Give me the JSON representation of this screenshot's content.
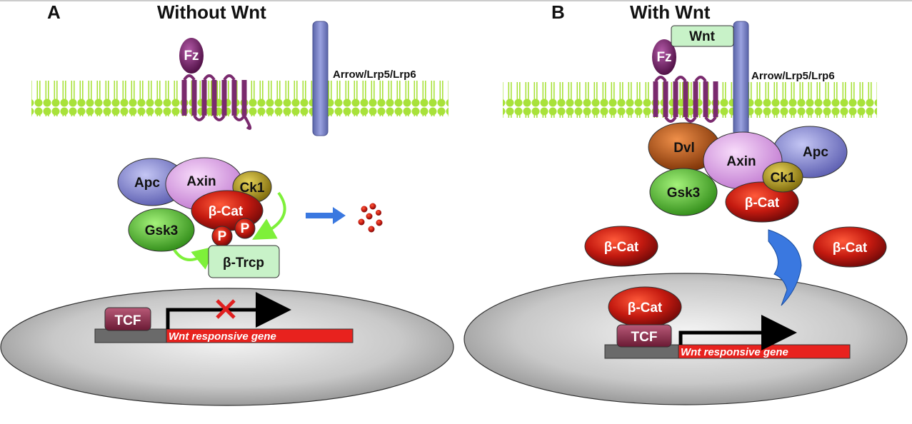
{
  "panel_a": {
    "letter": "A",
    "title": "Without Wnt",
    "receptor_label": "Arrow/Lrp5/Lrp6",
    "fz": "Fz",
    "apc": "Apc",
    "axin": "Axin",
    "ck1": "Ck1",
    "bcat": "β-Cat",
    "gsk3": "Gsk3",
    "p1": "P",
    "p2": "P",
    "btrcp": "β-Trcp",
    "tcf": "TCF",
    "gene": "Wnt responsive gene"
  },
  "panel_b": {
    "letter": "B",
    "title": "With Wnt",
    "wnt": "Wnt",
    "receptor_label": "Arrow/Lrp5/Lrp6",
    "fz": "Fz",
    "dvl": "Dvl",
    "axin": "Axin",
    "apc": "Apc",
    "gsk3": "Gsk3",
    "ck1": "Ck1",
    "bcat_complex": "β-Cat",
    "bcat_free_left": "β-Cat",
    "bcat_free_right": "β-Cat",
    "bcat_nuclear": "β-Cat",
    "tcf": "TCF",
    "gene": "Wnt responsive gene"
  },
  "colors": {
    "membrane": "#a8e23a",
    "receptor": "#7c86c6",
    "frizzled": "#7a2a6e",
    "apc": "#8f90d8",
    "axin": "#e0a0e6",
    "ck1": "#b9a01c",
    "bcat": "#c41a10",
    "gsk3": "#5cc233",
    "btrcp": "#c8f2c8",
    "wnt": "#c8f2c8",
    "dvl": "#c45a14",
    "tcf": "#8c2a46",
    "gene": "#e8221e",
    "nucleus": "#c8c8c8",
    "arrow_blue": "#3a78e0",
    "inhibit_x": "#e02020"
  }
}
